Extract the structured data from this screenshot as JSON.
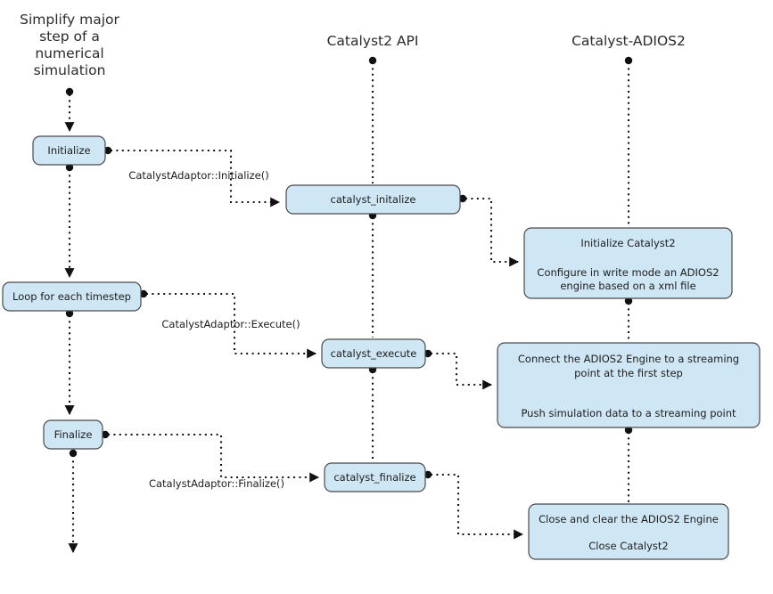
{
  "columns": [
    {
      "id": "simulation",
      "title": "Simplify major\nstep of a\nnumerical\nsimulation",
      "title_lines": [
        "Simplify major",
        "step of a",
        "numerical",
        "simulation"
      ]
    },
    {
      "id": "catalyst2-api",
      "title": "Catalyst2 API",
      "title_lines": [
        "Catalyst2 API"
      ]
    },
    {
      "id": "catalyst-adios2",
      "title": "Catalyst-ADIOS2",
      "title_lines": [
        "Catalyst-ADIOS2"
      ]
    }
  ],
  "nodes": [
    {
      "id": "initialize",
      "label": "Initialize",
      "lines": [
        "Initialize"
      ],
      "column": "simulation"
    },
    {
      "id": "loop-timestep",
      "label": "Loop for each timestep",
      "lines": [
        "Loop for each timestep"
      ],
      "column": "simulation"
    },
    {
      "id": "finalize",
      "label": "Finalize",
      "lines": [
        "Finalize"
      ],
      "column": "simulation"
    },
    {
      "id": "catalyst-initalize",
      "label": "catalyst_initalize",
      "lines": [
        "catalyst_initalize"
      ],
      "column": "catalyst2-api"
    },
    {
      "id": "catalyst-execute",
      "label": "catalyst_execute",
      "lines": [
        "catalyst_execute"
      ],
      "column": "catalyst2-api"
    },
    {
      "id": "catalyst-finalize",
      "label": "catalyst_finalize",
      "lines": [
        "catalyst_finalize"
      ],
      "column": "catalyst2-api"
    },
    {
      "id": "initialize-catalyst2",
      "label": "Initialize Catalyst2 / Configure in write mode an ADIOS2 engine based on a xml file",
      "lines": [
        "Initialize Catalyst2",
        "",
        "Configure in write mode an ADIOS2",
        "engine based on a xml file"
      ],
      "column": "catalyst-adios2"
    },
    {
      "id": "connect-adios2-engine",
      "label": "Connect the ADIOS2 Engine to a streaming point at the first step / Push simulation data to a streaming point",
      "lines": [
        "Connect the ADIOS2 Engine to a streaming",
        "point at the first step",
        "",
        "",
        "Push simulation data to a streaming point"
      ],
      "column": "catalyst-adios2"
    },
    {
      "id": "close-adios2-engine",
      "label": "Close and clear the ADIOS2 Engine / Close Catalyst2",
      "lines": [
        "Close and clear the ADIOS2 Engine",
        "",
        "Close Catalyst2"
      ],
      "column": "catalyst-adios2"
    }
  ],
  "edge_labels": [
    {
      "id": "adaptor-initialize",
      "text": "CatalystAdaptor::Initialize()"
    },
    {
      "id": "adaptor-execute",
      "text": "CatalystAdaptor::Execute()"
    },
    {
      "id": "adaptor-finalize",
      "text": "CatalystAdaptor::Finalize()"
    }
  ],
  "colors": {
    "node_fill": "#cfe6f5",
    "node_stroke": "#4a4a4a",
    "line": "#111111",
    "text": "#1d1d1d",
    "header_text": "#2b2b2b",
    "background": "#ffffff"
  }
}
